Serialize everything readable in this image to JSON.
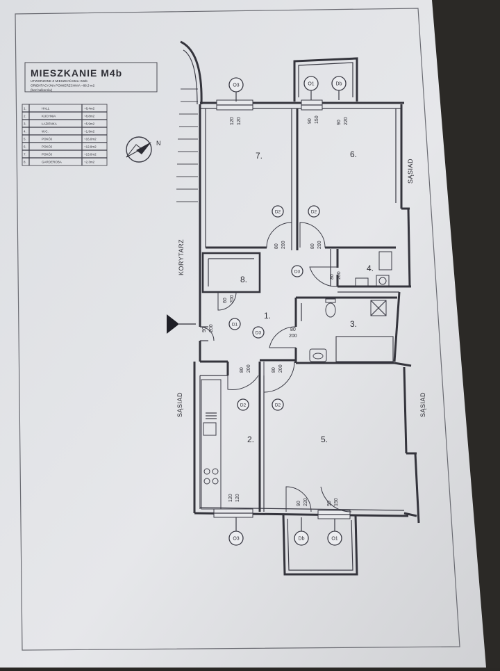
{
  "header": {
    "title": "MIESZKANIE M4b",
    "line1": "UTWORZONE Z MIESZKAŃ M2a I M2b",
    "line2": "ORIENTACYJNA POWIERZCHNIA =88,3 m2",
    "line3": "(bez balkonów)"
  },
  "legend": [
    {
      "num": "1.",
      "name": "HALL",
      "area": "~8,4m2"
    },
    {
      "num": "2.",
      "name": "KUCHNIA",
      "area": "~8,8m2"
    },
    {
      "num": "3.",
      "name": "ŁAZIENKA",
      "area": "~5,9m2"
    },
    {
      "num": "4.",
      "name": "W.C.",
      "area": "~1,9m2"
    },
    {
      "num": "5.",
      "name": "POKÓJ",
      "area": "~16,0m2"
    },
    {
      "num": "6.",
      "name": "POKÓJ",
      "area": "~12,9m2"
    },
    {
      "num": "7.",
      "name": "POKÓJ",
      "area": "~13,0m2"
    },
    {
      "num": "8.",
      "name": "GARDEROBA",
      "area": "~2,3m2"
    }
  ],
  "compass": {
    "north": "N"
  },
  "labels": {
    "korytarz": "KORYTARZ",
    "sasiad_left": "SĄSIAD",
    "sasiad_right_top": "SĄSIAD",
    "sasiad_right_bottom": "SĄSIAD"
  },
  "rooms": {
    "r1": "1.",
    "r2": "2.",
    "r3": "3.",
    "r4": "4.",
    "r5": "5.",
    "r6": "6.",
    "r7": "7.",
    "r8": "8."
  },
  "tags": {
    "o3_top": "O3",
    "o1_top": "O1",
    "db_top": "Db",
    "d2_a": "D2",
    "d2_b": "D2",
    "d2_c": "D2",
    "d2_d": "D2",
    "d3_a": "D3",
    "d3_b": "D3",
    "d1": "D1",
    "o3_bottom": "O3",
    "db_bottom": "Db",
    "o1_bottom": "O1"
  },
  "dims": {
    "w7": [
      "120",
      "120"
    ],
    "w6": [
      "90",
      "150"
    ],
    "bd_top": [
      "90",
      "220"
    ],
    "d7": [
      "80",
      "200"
    ],
    "d6": [
      "80",
      "200"
    ],
    "d4": [
      "80",
      "200"
    ],
    "d8": [
      "60",
      "200"
    ],
    "d_entry": [
      "90",
      "200"
    ],
    "d3": [
      "80",
      "200"
    ],
    "d2": [
      "80",
      "200"
    ],
    "d5": [
      "80",
      "200"
    ],
    "w2": [
      "120",
      "120"
    ],
    "bd_bottom": [
      "90",
      "220"
    ],
    "w5": [
      "90",
      "150"
    ]
  }
}
